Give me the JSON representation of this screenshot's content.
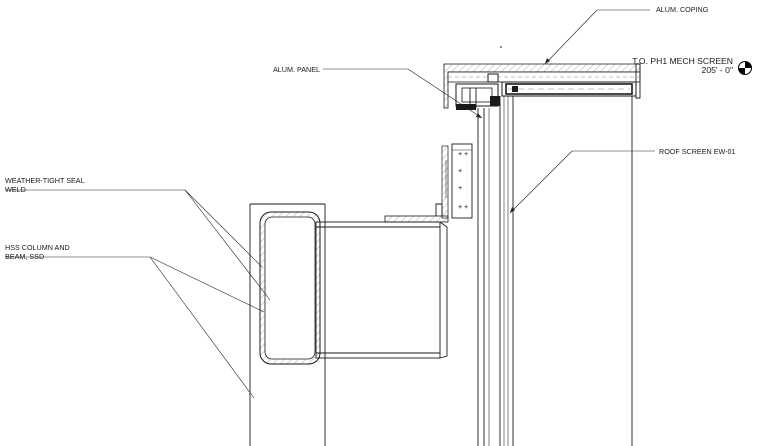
{
  "labels": {
    "alum_coping": "ALUM. COPING",
    "level_name": "T.O. PH1 MECH SCREEN",
    "level_elevation": "205' - 0\"",
    "alum_panel": "ALUM. PANEL",
    "roof_screen": "ROOF SCREEN EW-01",
    "weather_seal_line1": "WEATHER-TIGHT SEAL",
    "weather_seal_line2": "WELD",
    "hss_line1": "HSS COLUMN AND",
    "hss_line2": "BEAM, SSD"
  },
  "colors": {
    "line": "#1a1a1a",
    "background": "#ffffff",
    "level_marker": "#000000"
  }
}
